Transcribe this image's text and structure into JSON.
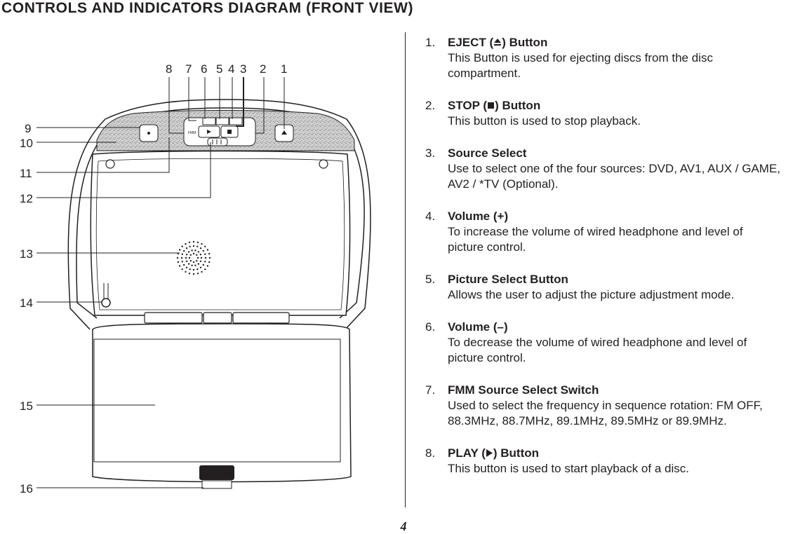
{
  "page": {
    "title": "CONTROLS AND INDICATORS DIAGRAM (FRONT VIEW)",
    "page_number": "4"
  },
  "diagram": {
    "callouts_top": [
      "8",
      "7",
      "6",
      "5",
      "4",
      "3",
      "2",
      "1"
    ],
    "callouts_left": [
      "9",
      "10",
      "11",
      "12",
      "13",
      "14",
      "15",
      "16"
    ],
    "panel_text": "FMM"
  },
  "items": [
    {
      "num": "1.",
      "title_pre": "EJECT (",
      "icon": "eject-icon",
      "title_post": ") Button",
      "desc": [
        "This Button is used for ejecting discs from the disc",
        "compartment."
      ]
    },
    {
      "num": "2.",
      "title_pre": "STOP (",
      "icon": "stop-icon",
      "title_post": ") Button",
      "desc": [
        "This button is used to stop playback."
      ]
    },
    {
      "num": "3.",
      "title": "Source Select",
      "desc": [
        "Use to select one of the four sources: DVD, AV1, AUX / GAME,",
        "AV2 / *TV (Optional)."
      ]
    },
    {
      "num": "4.",
      "title": "Volume (+)",
      "desc": [
        "To increase the volume of wired headphone and level of",
        "picture control."
      ]
    },
    {
      "num": "5.",
      "title": "Picture Select Button",
      "desc": [
        "Allows the user to adjust the picture adjustment mode."
      ]
    },
    {
      "num": "6.",
      "title": "Volume (–)",
      "desc": [
        "To decrease the volume of wired headphone and level of",
        "picture control."
      ]
    },
    {
      "num": "7.",
      "title": "FMM Source Select Switch",
      "desc": [
        "Used to select the frequency in sequence rotation: FM OFF,",
        "88.3MHz, 88.7MHz, 89.1MHz, 89.5MHz or 89.9MHz."
      ]
    },
    {
      "num": "8.",
      "title_pre": "PLAY (",
      "icon": "play-icon",
      "title_post": ") Button",
      "desc": [
        "This button is used to start playback of a disc."
      ]
    }
  ]
}
